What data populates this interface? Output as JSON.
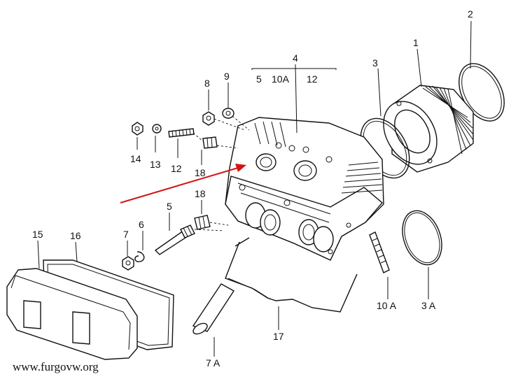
{
  "labels": {
    "l1": "1",
    "l2": "2",
    "l3": "3",
    "l3a": "3 A",
    "l4": "4",
    "l5": "5",
    "l5b": "5",
    "l6": "6",
    "l7": "7",
    "l7a": "7 A",
    "l8": "8",
    "l9": "9",
    "l10a": "10A",
    "l10a_b": "10 A",
    "l12": "12",
    "l12b": "12",
    "l13": "13",
    "l14": "14",
    "l15": "15",
    "l16": "16",
    "l17": "17",
    "l18": "18",
    "l18b": "18"
  },
  "watermark": "www.furgovw.org",
  "colors": {
    "ink": "#111111",
    "arrow": "#d21414",
    "background": "#ffffff"
  }
}
